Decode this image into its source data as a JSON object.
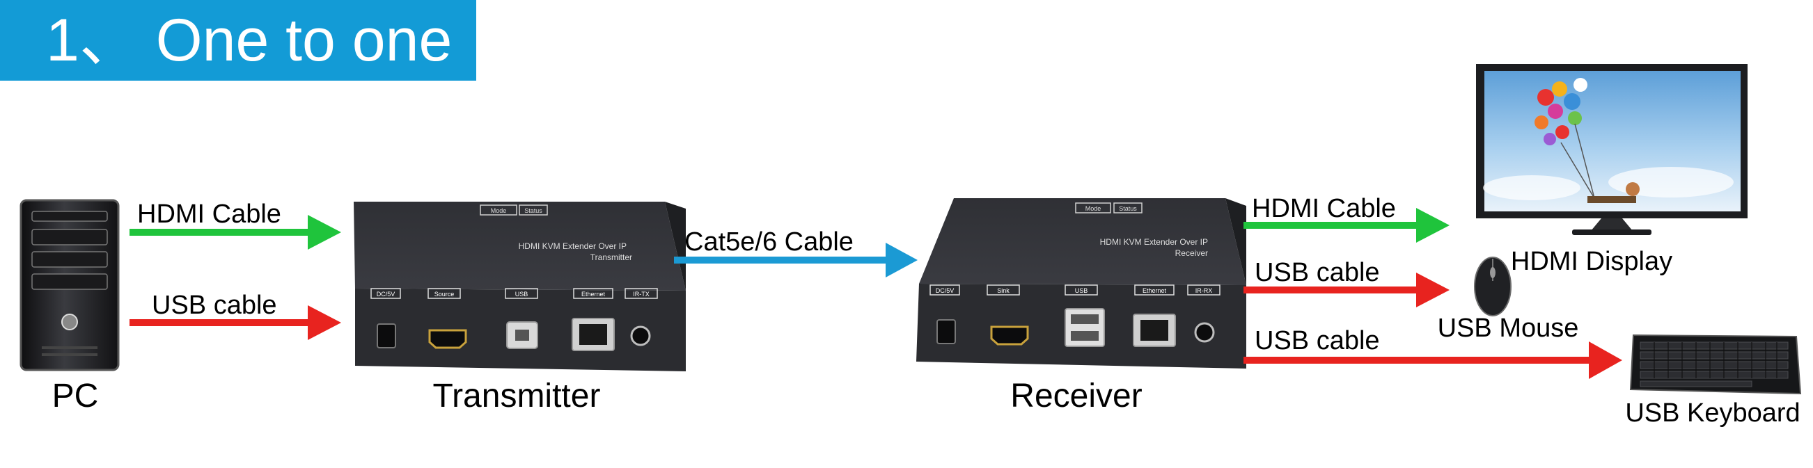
{
  "title": "1、 One to one",
  "labels": {
    "pc": "PC",
    "transmitter": "Transmitter",
    "receiver": "Receiver",
    "hdmi_display": "HDMI Display",
    "usb_mouse": "USB Mouse",
    "usb_keyboard": "USB Keyboard"
  },
  "cables": {
    "pc_hdmi": "HDMI Cable",
    "pc_usb": "USB cable",
    "cat": "Cat5e/6 Cable",
    "rx_hdmi": "HDMI Cable",
    "rx_usb_mouse": "USB cable",
    "rx_usb_keyboard": "USB cable"
  },
  "transmitter_box": {
    "model_line1": "HDMI KVM Extender Over IP",
    "model_line2": "Transmitter",
    "top_labels": [
      "Status",
      "Mode"
    ],
    "port_labels": [
      "DC/5V",
      "Source",
      "USB",
      "Ethernet",
      "IR-TX"
    ]
  },
  "receiver_box": {
    "model_line1": "HDMI KVM Extender Over IP",
    "model_line2": "Receiver",
    "top_labels": [
      "Status",
      "Mode"
    ],
    "port_labels": [
      "DC/5V",
      "Sink",
      "USB",
      "Ethernet",
      "IR-RX"
    ]
  },
  "colors": {
    "title_bg": "#139bd6",
    "hdmi_arrow": "#1fc43c",
    "usb_arrow": "#e8231f",
    "cat_arrow": "#1b9ad4",
    "device_body": "#2b2c30"
  },
  "icons": {
    "pc": "pc-tower-icon",
    "display": "monitor-icon",
    "mouse": "mouse-icon",
    "keyboard": "keyboard-icon"
  }
}
